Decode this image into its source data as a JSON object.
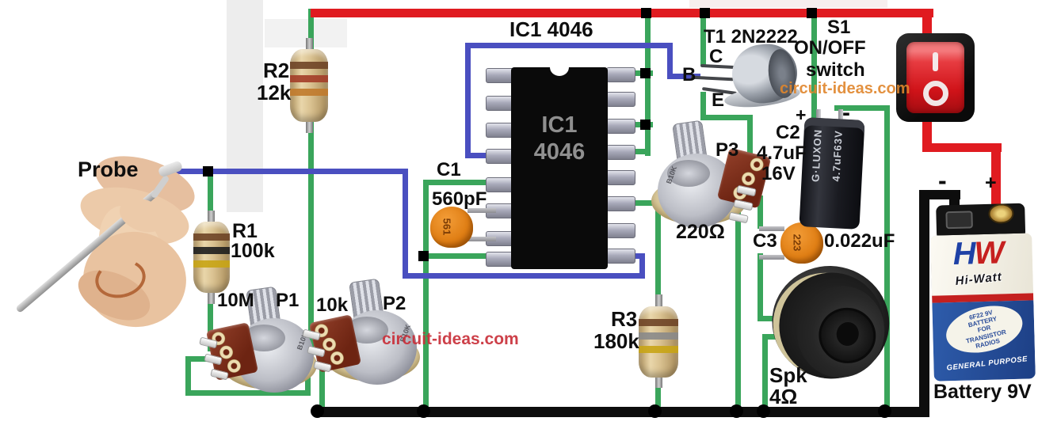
{
  "watermark": {
    "orange": "circuit-ideas.com",
    "red": "circuit-ideas.com"
  },
  "probe": {
    "label": "Probe"
  },
  "resistors": {
    "r1": {
      "name": "R1",
      "value": "100k"
    },
    "r2": {
      "name": "R2",
      "value": "12k"
    },
    "r3": {
      "name": "R3",
      "value": "180k"
    }
  },
  "potentiometers": {
    "p1": {
      "name": "P1",
      "value": "10M"
    },
    "p2": {
      "name": "P2",
      "value": "10k"
    },
    "p3": {
      "name": "P3",
      "value": "220Ω"
    },
    "shaft_marking": "B10K"
  },
  "capacitors": {
    "c1": {
      "name": "C1",
      "value": "560pF",
      "disc_code": "561"
    },
    "c2": {
      "name": "C2",
      "value": "4.7uF",
      "voltage": "16V",
      "plus": "+",
      "minus": "-",
      "body_brand": "G·LUXON",
      "body_value": "4.7uF63V"
    },
    "c3": {
      "name": "C3",
      "value": "0.022uF",
      "disc_code": "223"
    }
  },
  "ic": {
    "title": "IC1 4046",
    "body_line1": "IC1",
    "body_line2": "4046"
  },
  "transistor": {
    "label": "T1 2N2222",
    "collector": "C",
    "base": "B",
    "emitter": "E"
  },
  "switch": {
    "name": "S1",
    "function": "ON/OFF",
    "type": "switch",
    "on_glyph": "I"
  },
  "speaker": {
    "name": "Spk",
    "impedance": "4Ω"
  },
  "battery": {
    "label": "Battery 9V",
    "minus": "-",
    "plus": "+",
    "logo_h": "H",
    "logo_w": "W",
    "brand": "Hi-Watt",
    "sticker": [
      "6F22 9V",
      "BATTERY",
      "FOR",
      "TRANSISTOR",
      "RADIOS"
    ],
    "purpose": "GENERAL PURPOSE"
  },
  "colors": {
    "positive_rail": "#e01b20",
    "ground_rail": "#0d0d0d",
    "wire_green": "#3aa55b",
    "wire_blue": "#4a4fc0"
  }
}
